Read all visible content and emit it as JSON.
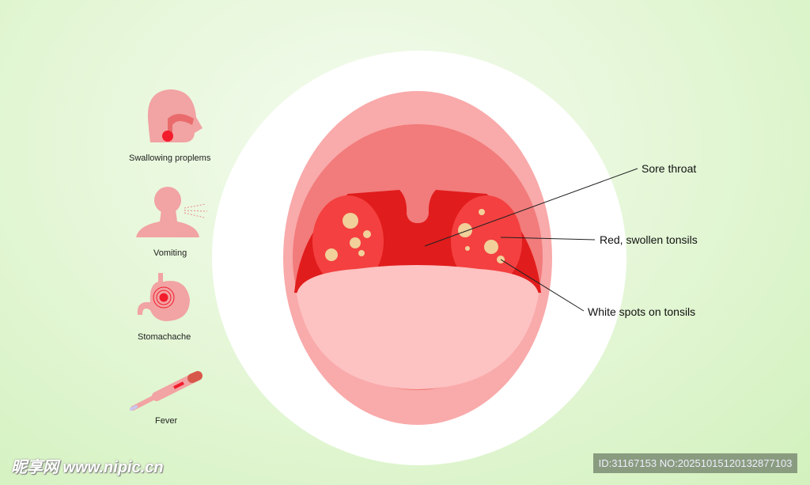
{
  "symptoms": [
    {
      "label": "Swallowing proplems",
      "icon": "head-throat-icon"
    },
    {
      "label": "Vomiting",
      "icon": "person-vomiting-icon"
    },
    {
      "label": "Stomachache",
      "icon": "stomach-icon"
    },
    {
      "label": "Fever",
      "icon": "thermometer-icon"
    }
  ],
  "callouts": {
    "sore_throat": "Sore  throat",
    "tonsils": "Red, swollen tonsils",
    "white_spots": "White spots on tonsils"
  },
  "watermark": {
    "site": "昵享网 www.nipic.cn",
    "id": "ID:31167153 NO:20251015120132877103"
  },
  "colors": {
    "lip": "#f7a7a7",
    "mouth": "#f27a7a",
    "throat": "#e31c1c",
    "tonsil": "#f33a3a",
    "tongue": "#fdc1c1",
    "spot": "#f1d09a"
  }
}
